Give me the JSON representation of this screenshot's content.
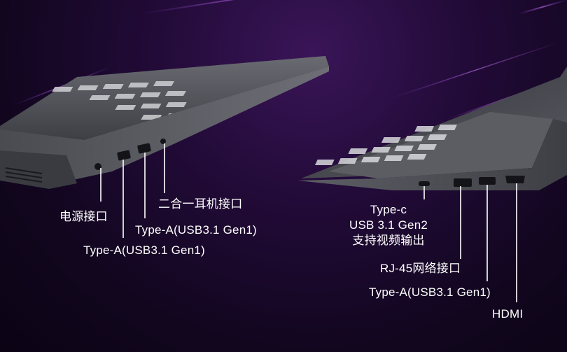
{
  "left_laptop": {
    "labels": {
      "power": "电源接口",
      "usb_a_1": "Type-A(USB3.1 Gen1)",
      "usb_a_2": "Type-A(USB3.1 Gen1)",
      "audio": "二合一耳机接口"
    }
  },
  "right_laptop": {
    "labels": {
      "type_c": [
        "Type-c",
        "USB 3.1 Gen2",
        "支持视频输出"
      ],
      "rj45": "RJ-45网络接口",
      "usb_a": "Type-A(USB3.1 Gen1)",
      "hdmi": "HDMI"
    }
  },
  "colors": {
    "background_dark": "#12061f",
    "background_glow": "#3a1558",
    "laptop_body": "#55565c",
    "label_text": "#ffffff",
    "leader_line": "#ffffff"
  }
}
